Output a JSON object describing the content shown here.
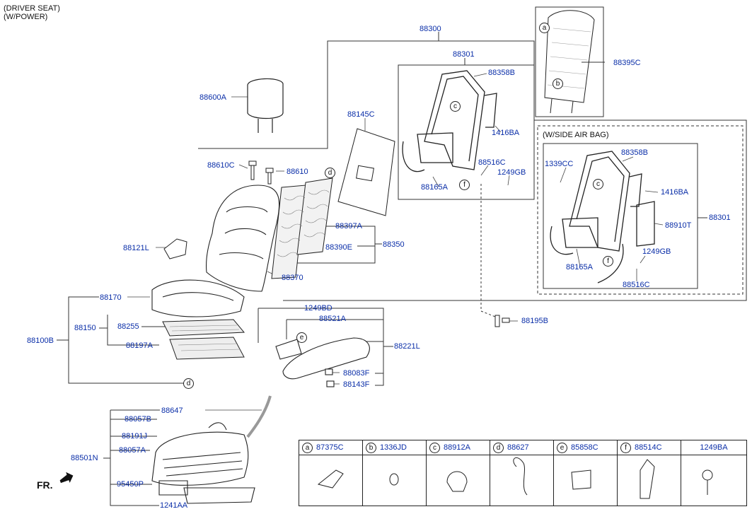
{
  "header": {
    "line1": "(DRIVER SEAT)",
    "line2": "(W/POWER)"
  },
  "side_airbag_label": "(W/SIDE AIR BAG)",
  "fr_label": "FR.",
  "parts": {
    "p88300": "88300",
    "p88301a": "88301",
    "p88301b": "88301",
    "p88358Ba": "88358B",
    "p88358Bb": "88358B",
    "p88395C": "88395C",
    "p88600A": "88600A",
    "p88145C": "88145C",
    "p1416BAa": "1416BA",
    "p1416BAb": "1416BA",
    "p1339CC": "1339CC",
    "p88610C": "88610C",
    "p88610": "88610",
    "p88516Ca": "88516C",
    "p88516Cb": "88516C",
    "p1249GBa": "1249GB",
    "p1249GBb": "1249GB",
    "p88165Aa": "88165A",
    "p88165Ab": "88165A",
    "p88910T": "88910T",
    "p88397A": "88397A",
    "p88390E": "88390E",
    "p88350": "88350",
    "p88121L": "88121L",
    "p88370": "88370",
    "p88170": "88170",
    "p88150": "88150",
    "p88255": "88255",
    "p88100B": "88100B",
    "p88197A": "88197A",
    "p1249BD": "1249BD",
    "p88521A": "88521A",
    "p88221L": "88221L",
    "p88083F": "88083F",
    "p88143F": "88143F",
    "p88195B": "88195B",
    "p88647": "88647",
    "p88057B": "88057B",
    "p88191J": "88191J",
    "p88057A": "88057A",
    "p88501N": "88501N",
    "p95450P": "95450P",
    "p1241AA": "1241AA"
  },
  "callouts": {
    "a": "a",
    "b": "b",
    "c": "c",
    "d": "d",
    "e": "e",
    "f": "f"
  },
  "legend": [
    {
      "letter": "a",
      "part": "87375C"
    },
    {
      "letter": "b",
      "part": "1336JD"
    },
    {
      "letter": "c",
      "part": "88912A"
    },
    {
      "letter": "d",
      "part": "88627"
    },
    {
      "letter": "e",
      "part": "85858C"
    },
    {
      "letter": "f",
      "part": "88514C"
    },
    {
      "letter": "",
      "part": "1249BA"
    }
  ],
  "colors": {
    "part_label": "#0a2ea8",
    "line": "#222222",
    "leader": "#444444"
  }
}
